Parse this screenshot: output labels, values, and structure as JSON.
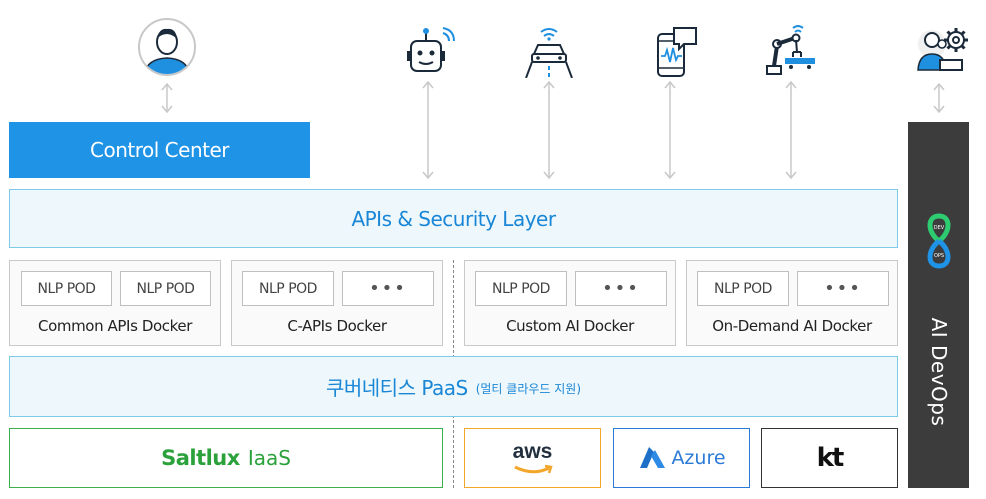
{
  "top_icons": [
    "user-icon",
    "robot-icon",
    "car-icon",
    "smartphone-icon",
    "robot-arm-icon",
    "devops-engineer-icon"
  ],
  "control_center": "Control Center",
  "api_layer": "APIs & Security Layer",
  "dockers": [
    {
      "pods": [
        "NLP POD",
        "NLP POD"
      ],
      "name": "Common APIs Docker"
    },
    {
      "pods": [
        "NLP POD",
        "•••"
      ],
      "name": "C-APIs Docker"
    },
    {
      "pods": [
        "NLP POD",
        "•••"
      ],
      "name": "Custom AI Docker"
    },
    {
      "pods": [
        "NLP POD",
        "•••"
      ],
      "name": "On-Demand AI Docker"
    }
  ],
  "paas": {
    "main": "쿠버네티스 PaaS",
    "sub": "(멀티 클라우드 지원)"
  },
  "iaas": {
    "saltlux": "Saltlux",
    "saltlux_suffix": "IaaS",
    "aws": "aws",
    "azure": "Azure",
    "kt": "kt"
  },
  "devops": {
    "label": "AI DevOps",
    "logo_dev": "DEV",
    "logo_ops": "OPS"
  },
  "colors": {
    "control_center": "#1f93e6",
    "layer_bg": "#eef8fc",
    "layer_border": "#7dcbe6",
    "layer_text": "#1a86d6",
    "saltlux_border": "#3cb04a",
    "aws_border": "#f3a72a",
    "azure_border": "#2b7bd6",
    "devops_bg": "#3c3c3c"
  }
}
